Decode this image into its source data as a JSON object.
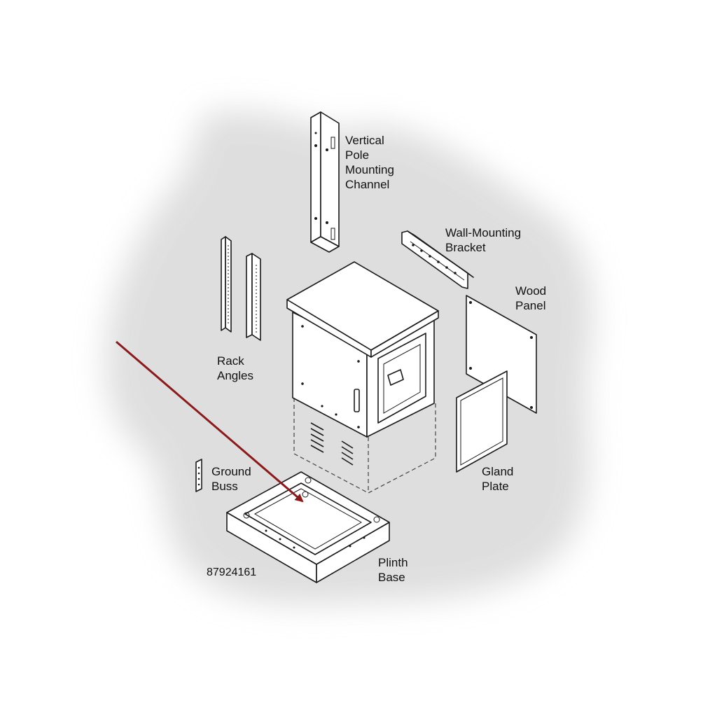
{
  "labels": {
    "vertical_pole": "Vertical\nPole\nMounting\nChannel",
    "wall_bracket": "Wall-Mounting\nBracket",
    "wood_panel": "Wood\nPanel",
    "rack_angles": "Rack\nAngles",
    "ground_buss": "Ground\nBuss",
    "gland_plate": "Gland\nPlate",
    "plinth_base": "Plinth\nBase"
  },
  "part_number": "87924161",
  "colors": {
    "arrow": "#8b1a1a",
    "shadow": "#d9d9d9",
    "line": "#1a1a1a"
  },
  "icons": {
    "arrow": "annotation-arrow"
  }
}
